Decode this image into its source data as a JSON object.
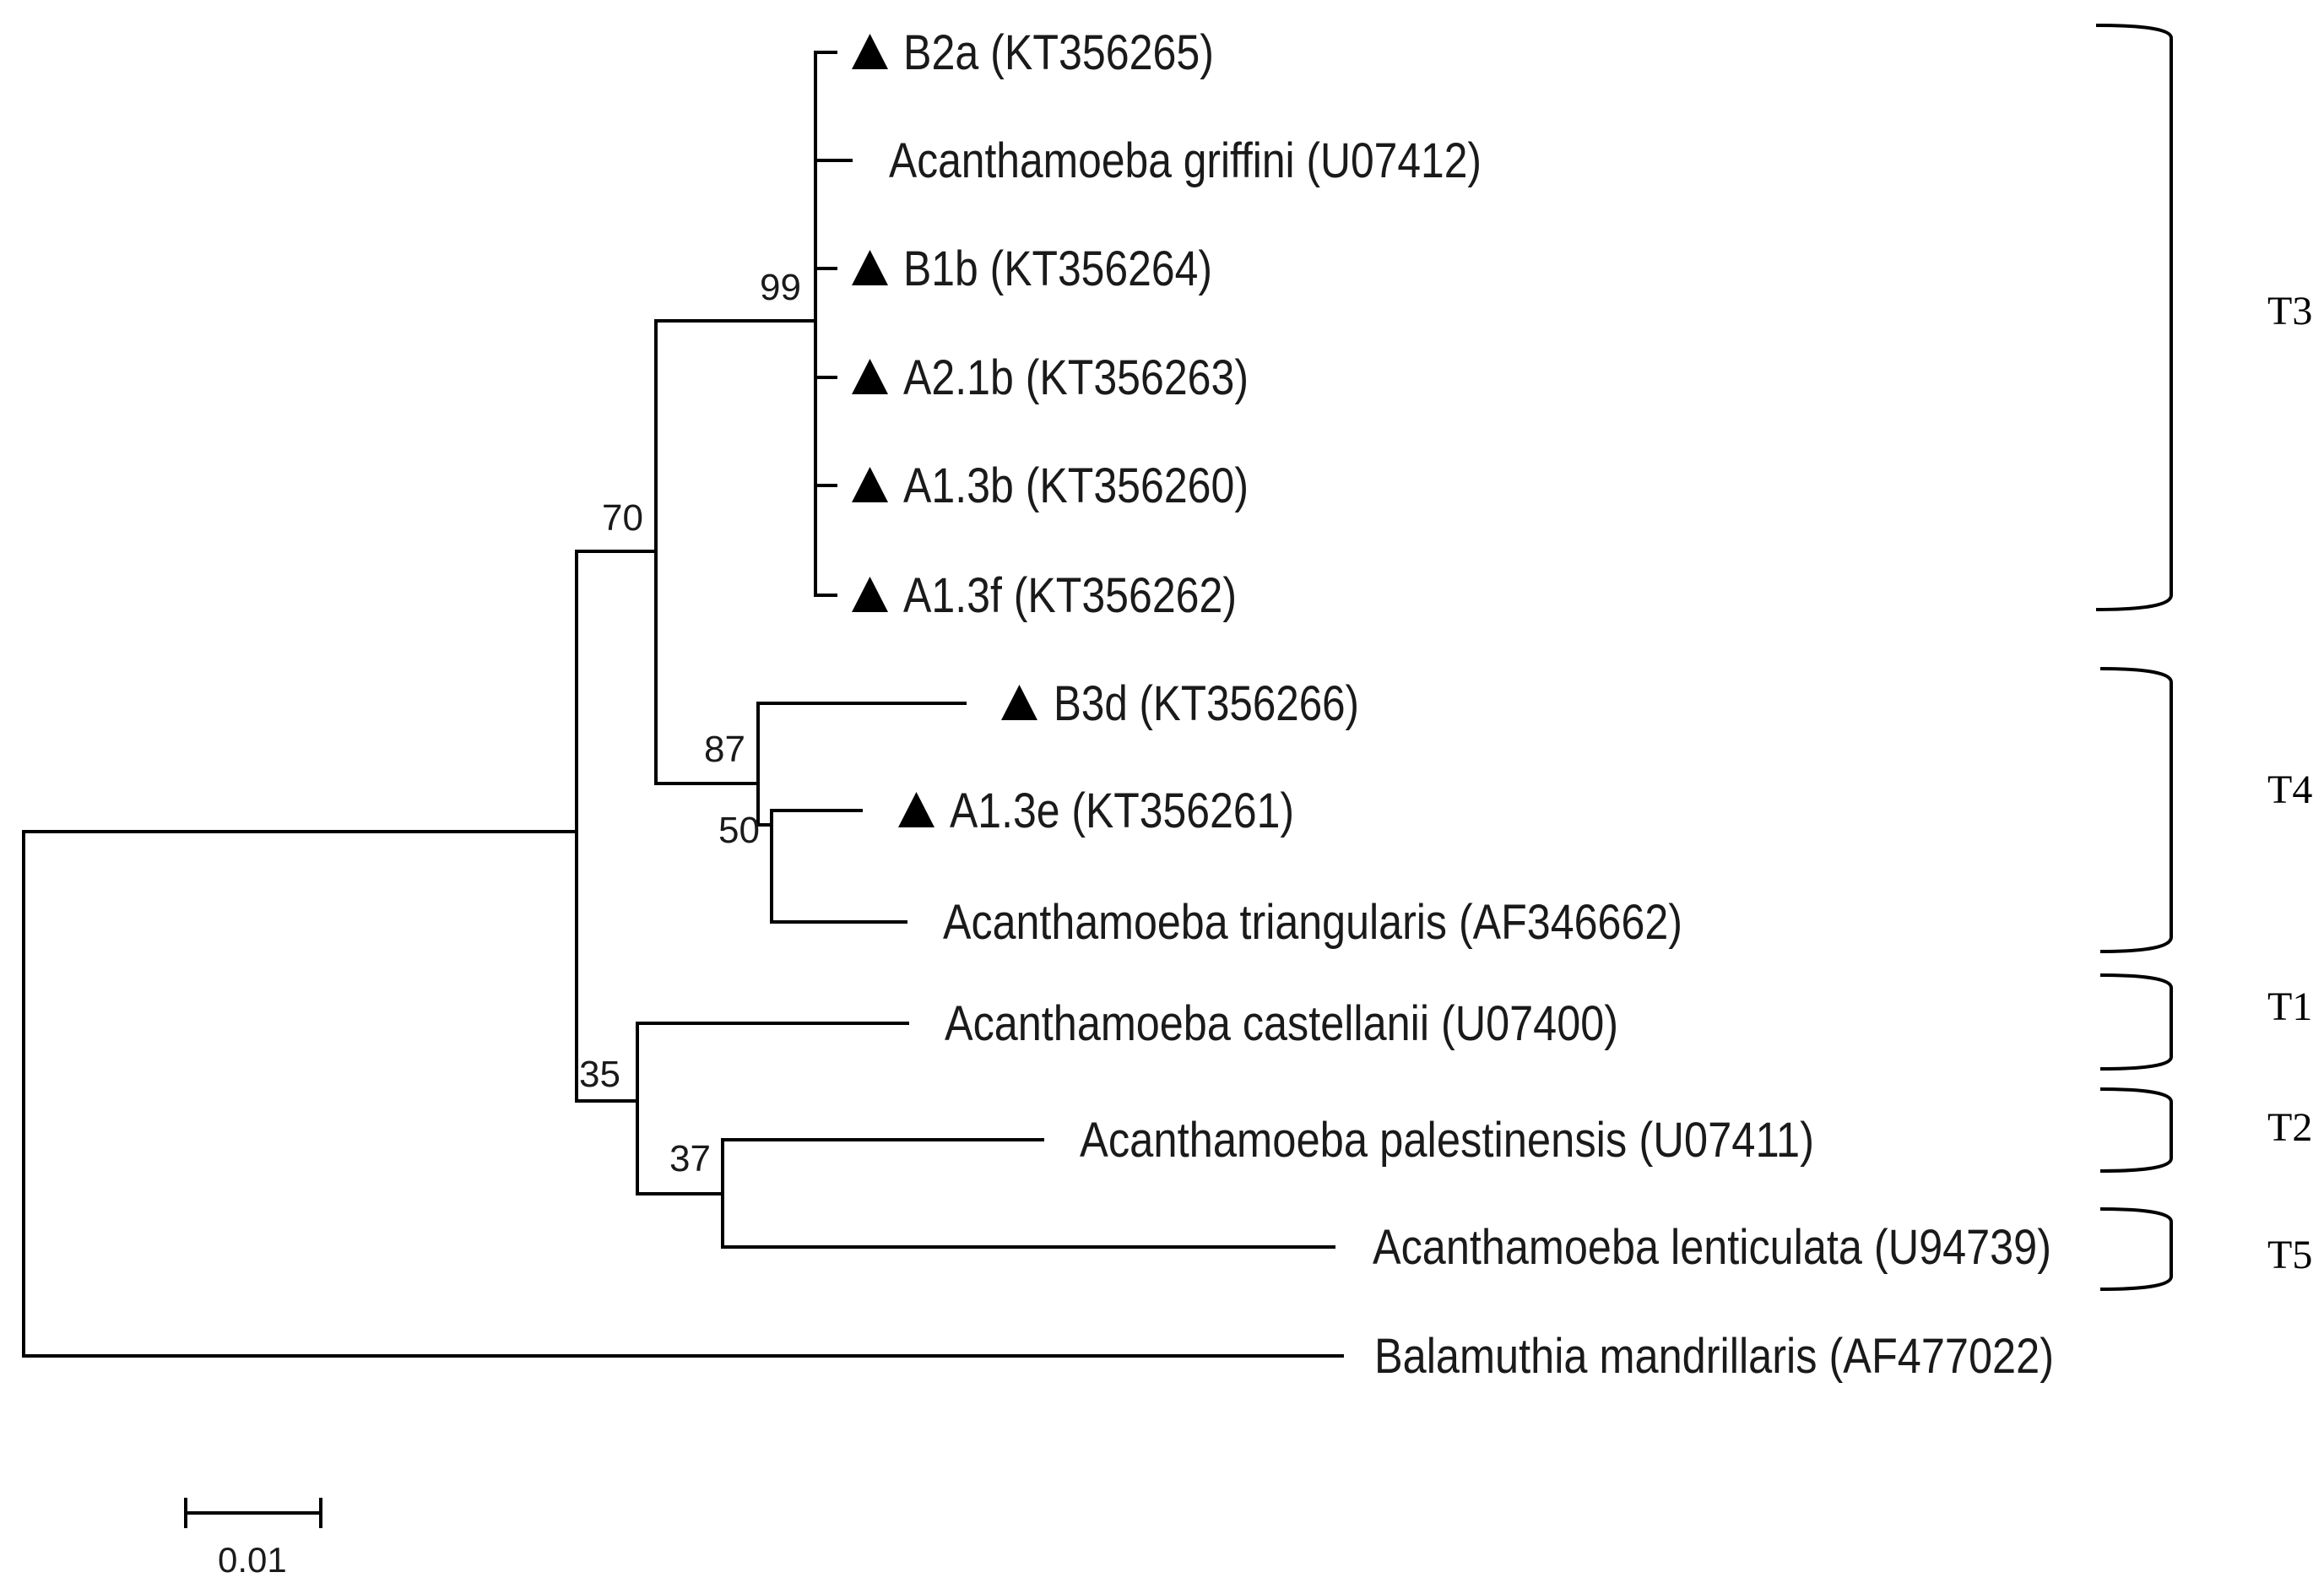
{
  "taxa": [
    {
      "id": "b2a",
      "label": "B2a (KT356265)",
      "marker": "triangle-icon"
    },
    {
      "id": "griffini",
      "label": "Acanthamoeba griffini (U07412)",
      "marker": ""
    },
    {
      "id": "b1b",
      "label": "B1b (KT356264)",
      "marker": "triangle-icon"
    },
    {
      "id": "a21b",
      "label": "A2.1b (KT356263)",
      "marker": "triangle-icon"
    },
    {
      "id": "a13b",
      "label": "A1.3b (KT356260)",
      "marker": "triangle-icon"
    },
    {
      "id": "a13f",
      "label": "A1.3f (KT356262)",
      "marker": "triangle-icon"
    },
    {
      "id": "b3d",
      "label": "B3d (KT356266)",
      "marker": "triangle-icon"
    },
    {
      "id": "a13e",
      "label": "A1.3e (KT356261)",
      "marker": "triangle-icon"
    },
    {
      "id": "triangularis",
      "label": "Acanthamoeba triangularis (AF346662)",
      "marker": ""
    },
    {
      "id": "castellanii",
      "label": "Acanthamoeba castellanii (U07400)",
      "marker": ""
    },
    {
      "id": "palestinensis",
      "label": "Acanthamoeba palestinensis (U07411)",
      "marker": ""
    },
    {
      "id": "lenticulata",
      "label": "Acanthamoeba lenticulata (U94739)",
      "marker": ""
    },
    {
      "id": "balamuthia",
      "label": "Balamuthia mandrillaris (AF477022)",
      "marker": ""
    }
  ],
  "bootstrap": {
    "n99": "99",
    "n70": "70",
    "n87": "87",
    "n50": "50",
    "n35": "35",
    "n37": "37"
  },
  "clades": {
    "t3": "T3",
    "t4": "T4",
    "t1": "T1",
    "t2": "T2",
    "t5": "T5"
  },
  "scale_bar": {
    "label": "0.01"
  },
  "colors": {
    "line": "#000000",
    "text": "#1a1a1a"
  }
}
